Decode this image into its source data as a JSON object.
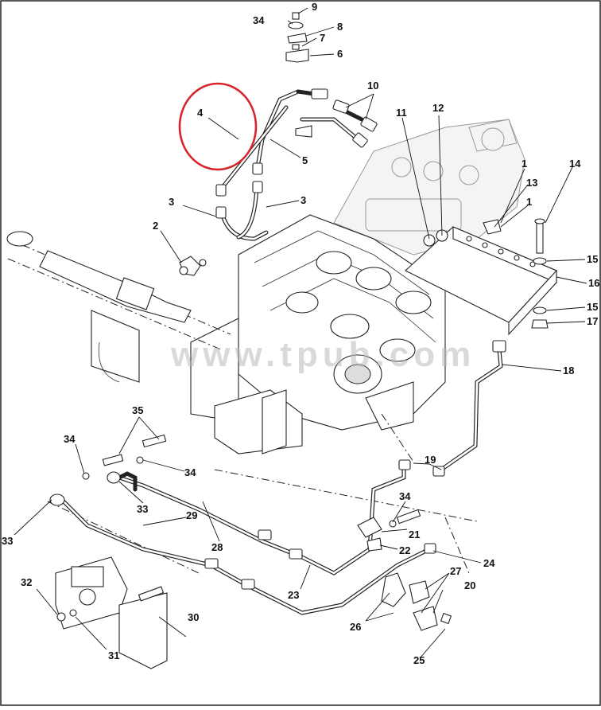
{
  "diagram": {
    "watermark": "www.tpub.com",
    "highlight_color": "#d8232a",
    "callouts": [
      {
        "id": "c1a",
        "label": "1"
      },
      {
        "id": "c1b",
        "label": "1"
      },
      {
        "id": "c2",
        "label": "2"
      },
      {
        "id": "c3a",
        "label": "3"
      },
      {
        "id": "c3b",
        "label": "3"
      },
      {
        "id": "c4",
        "label": "4"
      },
      {
        "id": "c5",
        "label": "5"
      },
      {
        "id": "c6",
        "label": "6"
      },
      {
        "id": "c7",
        "label": "7"
      },
      {
        "id": "c8",
        "label": "8"
      },
      {
        "id": "c9",
        "label": "9"
      },
      {
        "id": "c10",
        "label": "10"
      },
      {
        "id": "c11",
        "label": "11"
      },
      {
        "id": "c12",
        "label": "12"
      },
      {
        "id": "c13",
        "label": "13"
      },
      {
        "id": "c14",
        "label": "14"
      },
      {
        "id": "c15a",
        "label": "15"
      },
      {
        "id": "c15b",
        "label": "15"
      },
      {
        "id": "c16",
        "label": "16"
      },
      {
        "id": "c17",
        "label": "17"
      },
      {
        "id": "c18",
        "label": "18"
      },
      {
        "id": "c19",
        "label": "19"
      },
      {
        "id": "c20",
        "label": "20"
      },
      {
        "id": "c21",
        "label": "21"
      },
      {
        "id": "c22",
        "label": "22"
      },
      {
        "id": "c23",
        "label": "23"
      },
      {
        "id": "c24",
        "label": "24"
      },
      {
        "id": "c25",
        "label": "25"
      },
      {
        "id": "c26",
        "label": "26"
      },
      {
        "id": "c27",
        "label": "27"
      },
      {
        "id": "c28",
        "label": "28"
      },
      {
        "id": "c29",
        "label": "29"
      },
      {
        "id": "c30",
        "label": "30"
      },
      {
        "id": "c31",
        "label": "31"
      },
      {
        "id": "c32",
        "label": "32"
      },
      {
        "id": "c33a",
        "label": "33"
      },
      {
        "id": "c33b",
        "label": "33"
      },
      {
        "id": "c34a",
        "label": "34"
      },
      {
        "id": "c34b",
        "label": "34"
      },
      {
        "id": "c34c",
        "label": "34"
      },
      {
        "id": "c34d",
        "label": "34"
      },
      {
        "id": "c35",
        "label": "35"
      }
    ]
  }
}
